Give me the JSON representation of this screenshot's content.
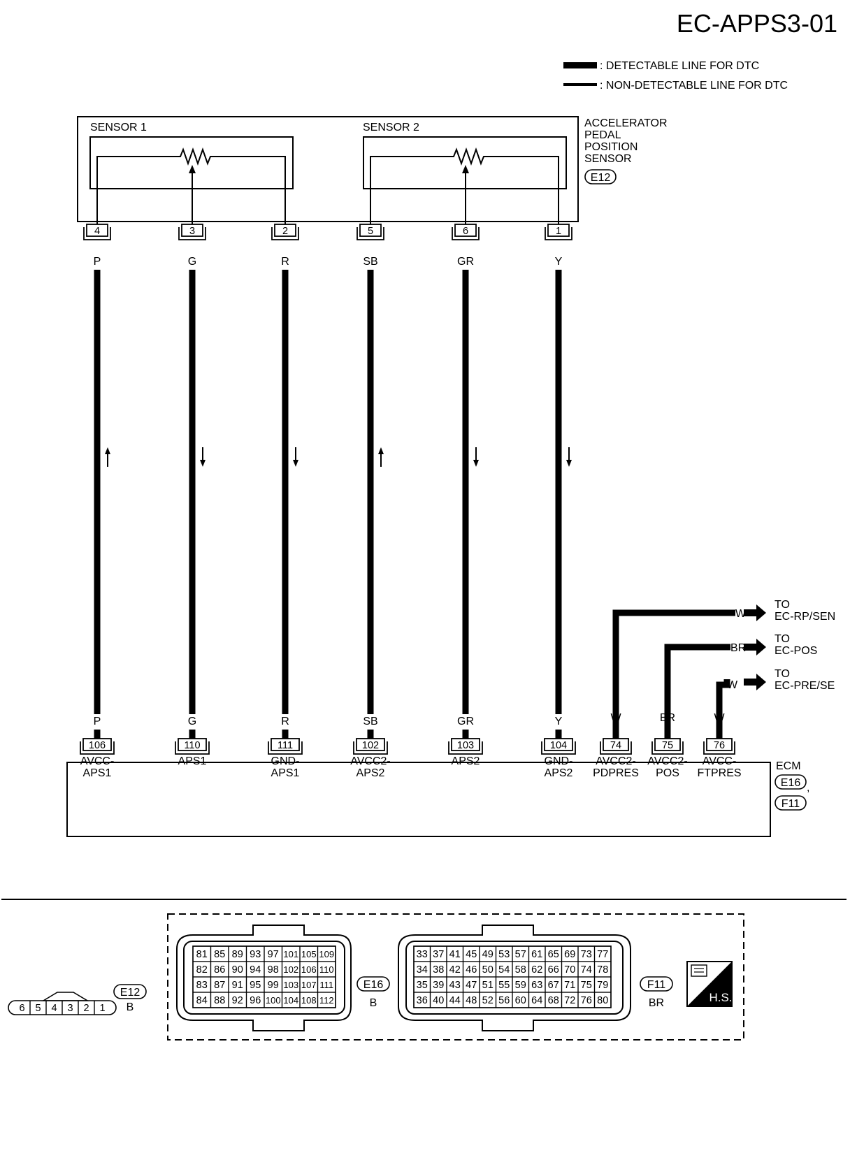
{
  "title": "EC-APPS3-01",
  "legend": {
    "detectable": ": DETECTABLE LINE FOR DTC",
    "non_detectable": ": NON-DETECTABLE LINE FOR DTC"
  },
  "sensor": {
    "sensor1_label": "SENSOR 1",
    "sensor2_label": "SENSOR 2",
    "name_lines": [
      "ACCELERATOR",
      "PEDAL",
      "POSITION",
      "SENSOR"
    ],
    "connector_id": "E12"
  },
  "wires": [
    {
      "pin_top": "4",
      "color_top": "P",
      "color_bottom": "P",
      "pin_ecm": "106",
      "ecm_label": [
        "AVCC-",
        "APS1"
      ],
      "direction": "up"
    },
    {
      "pin_top": "3",
      "color_top": "G",
      "color_bottom": "G",
      "pin_ecm": "110",
      "ecm_label": [
        "APS1"
      ],
      "direction": "down"
    },
    {
      "pin_top": "2",
      "color_top": "R",
      "color_bottom": "R",
      "pin_ecm": "111",
      "ecm_label": [
        "GND-",
        "APS1"
      ],
      "direction": "down"
    },
    {
      "pin_top": "5",
      "color_top": "SB",
      "color_bottom": "SB",
      "pin_ecm": "102",
      "ecm_label": [
        "AVCC2-",
        "APS2"
      ],
      "direction": "up"
    },
    {
      "pin_top": "6",
      "color_top": "GR",
      "color_bottom": "GR",
      "pin_ecm": "103",
      "ecm_label": [
        "APS2"
      ],
      "direction": "down"
    },
    {
      "pin_top": "1",
      "color_top": "Y",
      "color_bottom": "Y",
      "pin_ecm": "104",
      "ecm_label": [
        "GND-",
        "APS2"
      ],
      "direction": "down"
    }
  ],
  "branch_wires": [
    {
      "color": "W",
      "pin_ecm": "74",
      "ecm_label": [
        "AVCC2-",
        "PDPRES"
      ],
      "to_label": [
        "TO",
        "EC-RP/SEN"
      ]
    },
    {
      "color": "BR",
      "pin_ecm": "75",
      "ecm_label": [
        "AVCC2-",
        "POS"
      ],
      "to_label": [
        "TO",
        "EC-POS"
      ]
    },
    {
      "color": "W",
      "pin_ecm": "76",
      "ecm_label": [
        "AVCC-",
        "FTPRES"
      ],
      "to_label": [
        "TO",
        "EC-PRE/SE"
      ]
    }
  ],
  "ecm": {
    "label": "ECM",
    "connector_1": "E16",
    "separator": ",",
    "connector_2": "F11"
  },
  "connector_views": {
    "e12": {
      "id": "E12",
      "color": "B",
      "pins": [
        "6",
        "5",
        "4",
        "3",
        "2",
        "1"
      ]
    },
    "e16": {
      "id": "E16",
      "color": "B",
      "rows": [
        [
          "81",
          "85",
          "89",
          "93",
          "97",
          "101",
          "105",
          "109"
        ],
        [
          "82",
          "86",
          "90",
          "94",
          "98",
          "102",
          "106",
          "110"
        ],
        [
          "83",
          "87",
          "91",
          "95",
          "99",
          "103",
          "107",
          "111"
        ],
        [
          "84",
          "88",
          "92",
          "96",
          "100",
          "104",
          "108",
          "112"
        ]
      ]
    },
    "f11": {
      "id": "F11",
      "color": "BR",
      "rows": [
        [
          "33",
          "37",
          "41",
          "45",
          "49",
          "53",
          "57",
          "61",
          "65",
          "69",
          "73",
          "77"
        ],
        [
          "34",
          "38",
          "42",
          "46",
          "50",
          "54",
          "58",
          "62",
          "66",
          "70",
          "74",
          "78"
        ],
        [
          "35",
          "39",
          "43",
          "47",
          "51",
          "55",
          "59",
          "63",
          "67",
          "71",
          "75",
          "79"
        ],
        [
          "36",
          "40",
          "44",
          "48",
          "52",
          "56",
          "60",
          "64",
          "68",
          "72",
          "76",
          "80"
        ]
      ]
    },
    "hs_label": "H.S."
  }
}
